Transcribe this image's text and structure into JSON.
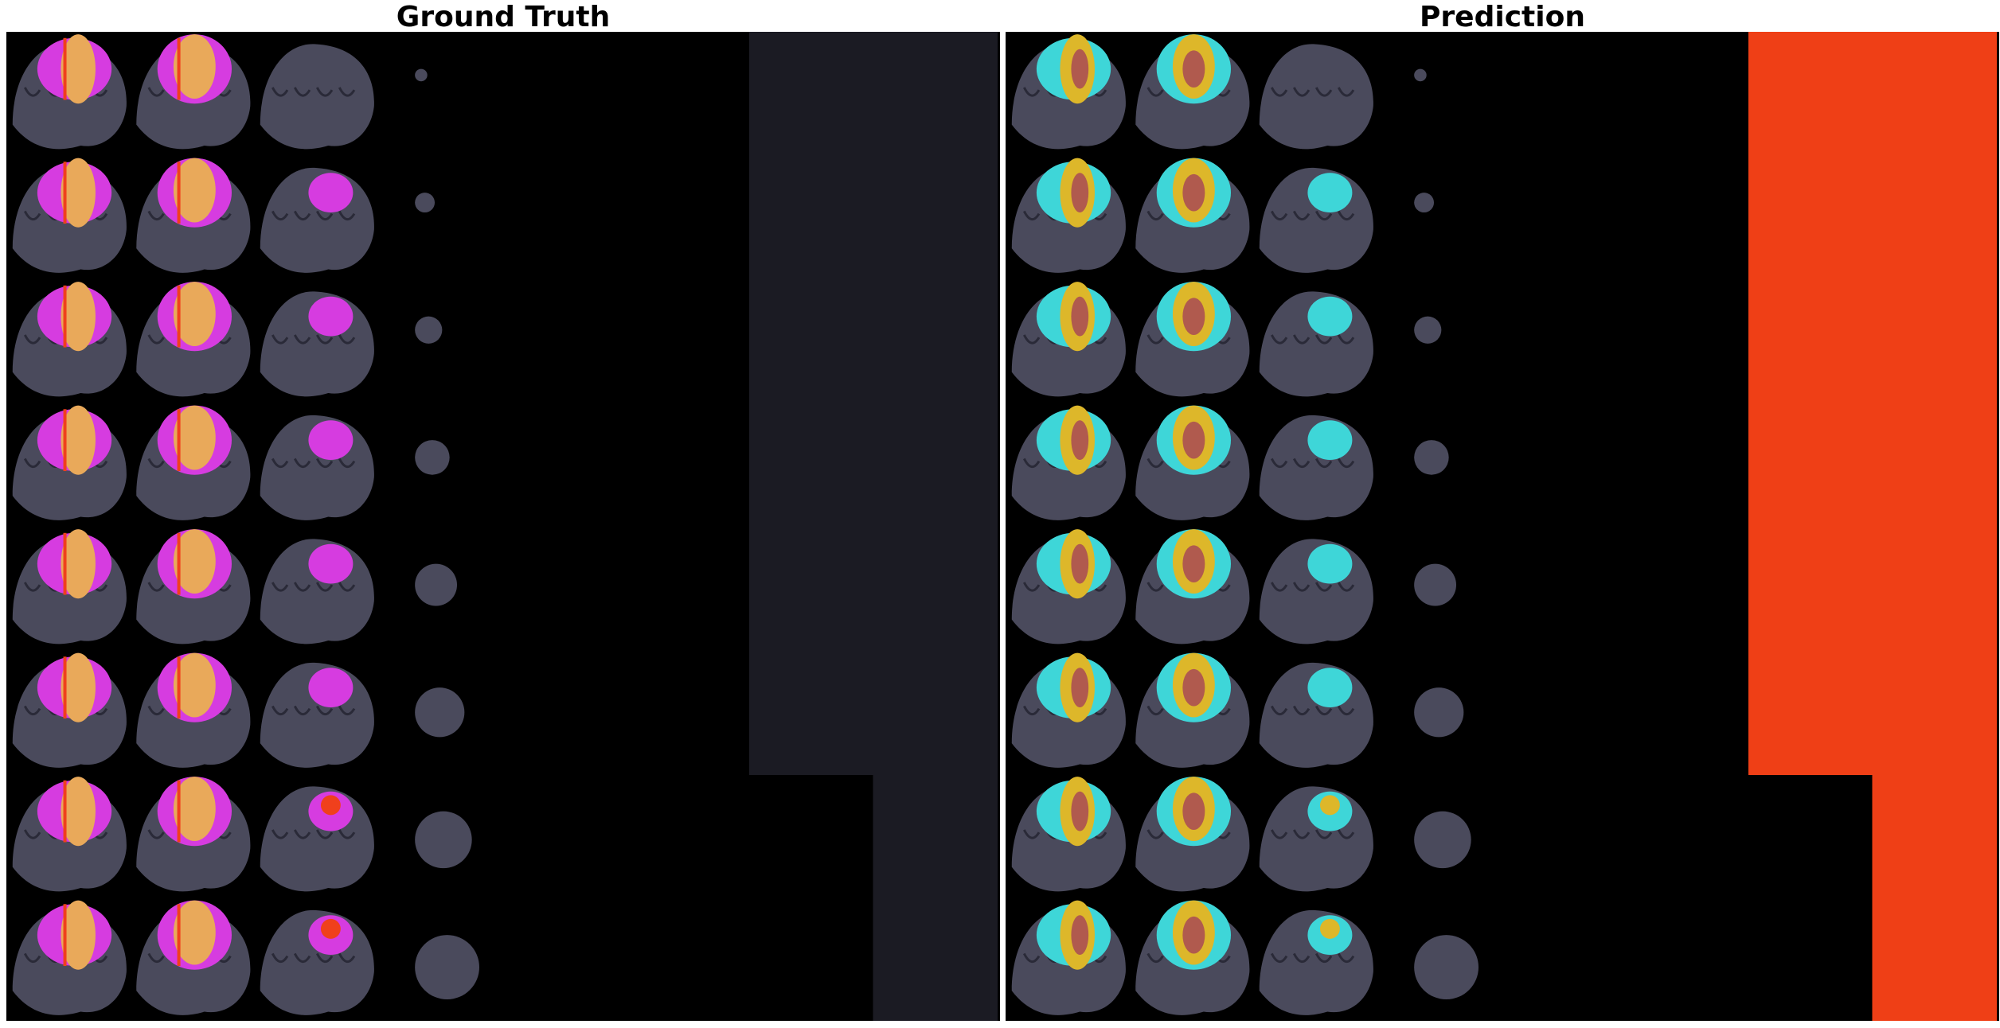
{
  "panels": {
    "left": {
      "title": "Ground Truth"
    },
    "right": {
      "title": "Prediction"
    }
  },
  "colors": {
    "background": "#000000",
    "brain": "#4a4a5c",
    "brain_dark": "#2a2a38",
    "empty_tile": "#1b1b23",
    "gt_edema": "#d63ce0",
    "gt_core": "#e9a95a",
    "gt_enhancing": "#f0401c",
    "pred_edema": "#3ed6d8",
    "pred_core": "#ddb72a",
    "pred_necrotic": "#b05a4e",
    "pred_empty_tile": "#ef3f16"
  },
  "icons": [
    "ground-truth-grid",
    "prediction-grid"
  ]
}
